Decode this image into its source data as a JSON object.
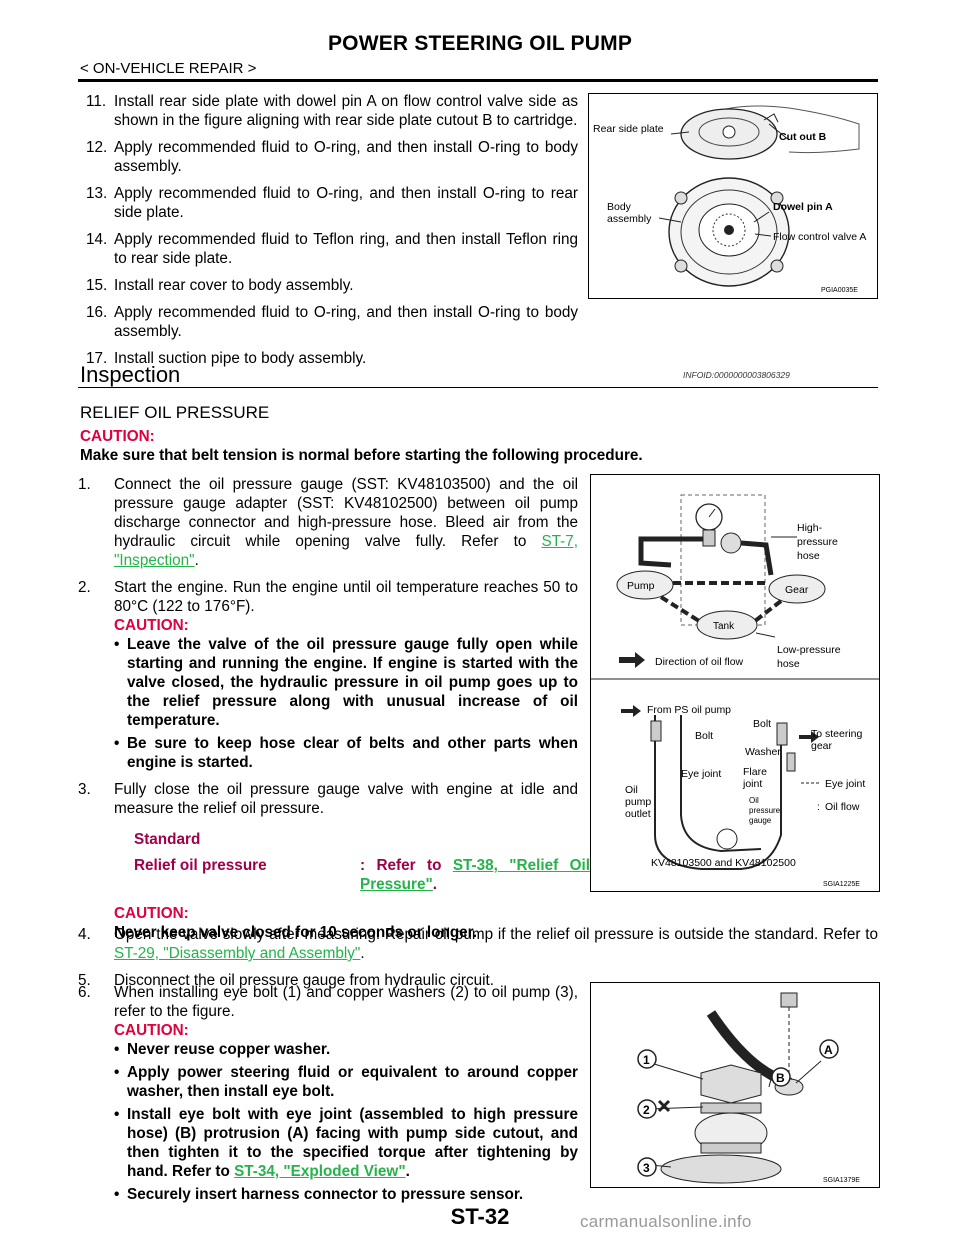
{
  "header": {
    "title": "POWER STEERING OIL PUMP",
    "subtitle": "< ON-VEHICLE REPAIR >"
  },
  "steps_a": [
    {
      "num": "11.",
      "text": "Install rear side plate with dowel pin A on flow control valve side as shown in the figure aligning with rear side plate cutout B to cartridge."
    },
    {
      "num": "12.",
      "text": "Apply recommended fluid to O-ring, and then install O-ring to body assembly."
    },
    {
      "num": "13.",
      "text": "Apply recommended fluid to O-ring, and then install O-ring to rear side plate."
    },
    {
      "num": "14.",
      "text": "Apply recommended fluid to Teflon ring, and then install Teflon ring to rear side plate."
    },
    {
      "num": "15.",
      "text": "Install rear cover to body assembly."
    },
    {
      "num": "16.",
      "text": "Apply recommended fluid to O-ring, and then install O-ring to body assembly."
    },
    {
      "num": "17.",
      "text": "Install suction pipe to body assembly."
    }
  ],
  "figure1": {
    "labels": {
      "rear_side_plate": "Rear side plate",
      "cut_out_b": "Cut out B",
      "body_assembly_1": "Body",
      "body_assembly_2": "assembly",
      "dowel_pin_a": "Dowel pin A",
      "flow_control_valve_a": "Flow control valve A"
    },
    "code": "PGIA0035E"
  },
  "inspection": {
    "title": "Inspection",
    "infoid": "INFOID:0000000003806329",
    "subhead": "RELIEF OIL PRESSURE",
    "caution_label": "CAUTION:",
    "caution_text": "Make sure that belt tension is normal before starting the following procedure."
  },
  "steps_b": {
    "s1_num": "1.",
    "s1_text": "Connect the oil pressure gauge (SST: KV48103500) and the oil pressure gauge adapter (SST: KV48102500) between oil pump discharge connector and high-pressure hose. Bleed air from the hydraulic circuit while opening valve fully. Refer to ",
    "s1_link": "ST-7, \"Inspection\"",
    "s1_end": ".",
    "s2_num": "2.",
    "s2_text": "Start the engine. Run the engine until oil temperature reaches 50 to 80°C (122 to 176°F).",
    "s2_caution": "CAUTION:",
    "s2_bullets": [
      "Leave the valve of the oil pressure gauge fully open while starting and running the engine. If engine is started with the valve closed, the hydraulic pressure in oil pump goes up to the relief pressure along with unusual increase of oil temperature.",
      "Be sure to keep hose clear of belts and other parts when engine is started."
    ],
    "s3_num": "3.",
    "s3_text": "Fully close the oil pressure gauge valve with engine at idle and measure the relief oil pressure.",
    "standard_label": "Standard",
    "relief_label": "Relief oil pressure",
    "relief_prefix": ": Refer to ",
    "relief_link": "ST-38, \"Relief Oil Pressure\"",
    "relief_end": ".",
    "s3_caution": "CAUTION:",
    "s3_caution_text": "Never keep valve closed for 10 seconds or longer.",
    "s4_num": "4.",
    "s4_text": "Open the valve slowly after measuring. Repair oil pump if the relief oil pressure is outside the standard. Refer to ",
    "s4_link": "ST-29, \"Disassembly and Assembly\"",
    "s4_end": ".",
    "s5_num": "5.",
    "s5_text": "Disconnect the oil pressure gauge from hydraulic circuit.",
    "s6_num": "6.",
    "s6_text": "When installing eye bolt (1) and copper washers (2) to oil pump (3), refer to the figure.",
    "s6_caution": "CAUTION:",
    "s6_b1": "Never reuse copper washer.",
    "s6_b2": "Apply power steering fluid or equivalent to around copper washer, then install eye bolt.",
    "s6_b3": "Install eye bolt with eye joint (assembled to high pressure hose) (B) protrusion (A) facing with pump side cutout, and then tighten it to the specified torque after tightening by hand. Refer to ",
    "s6_b3_link": "ST-34, \"Exploded View\"",
    "s6_b3_end": ".",
    "s6_b4": "Securely insert harness connector to pressure sensor.",
    "bullet_mark": "•"
  },
  "figure2": {
    "labels": {
      "high": "High-",
      "pressure": "pressure",
      "hose": "hose",
      "pump": "Pump",
      "gear": "Gear",
      "tank": "Tank",
      "direction": "Direction of oil flow",
      "low_pressure": "Low-pressure",
      "hose2": "hose",
      "from_ps": "From PS oil pump",
      "bolt1": "Bolt",
      "bolt2": "Bolt",
      "washer": "Washer",
      "to_steering": "To steering",
      "gear2": "gear",
      "eye_joint1": "Eye joint",
      "flare": "Flare",
      "joint": "joint",
      "eye_joint2": "Eye joint",
      "oil": "Oil",
      "pump2": "pump",
      "outlet": "outlet",
      "oil_small": "Oil",
      "pressure_small": "pressure",
      "gauge_small": "gauge",
      "oil_flow": "Oil flow",
      "colon": ":",
      "kv": "KV48103500 and KV48102500"
    },
    "code": "SGIA1225E"
  },
  "figure3": {
    "labels": {
      "n1": "1",
      "n2": "2",
      "n3": "3",
      "a": "A",
      "b": "B"
    },
    "code": "SGIA1379E"
  },
  "footer": {
    "page": "ST-32",
    "watermark": "carmanualsonline.info"
  },
  "colors": {
    "caution": "#e0003c",
    "link": "#25b34a",
    "standard": "#a0004a"
  }
}
